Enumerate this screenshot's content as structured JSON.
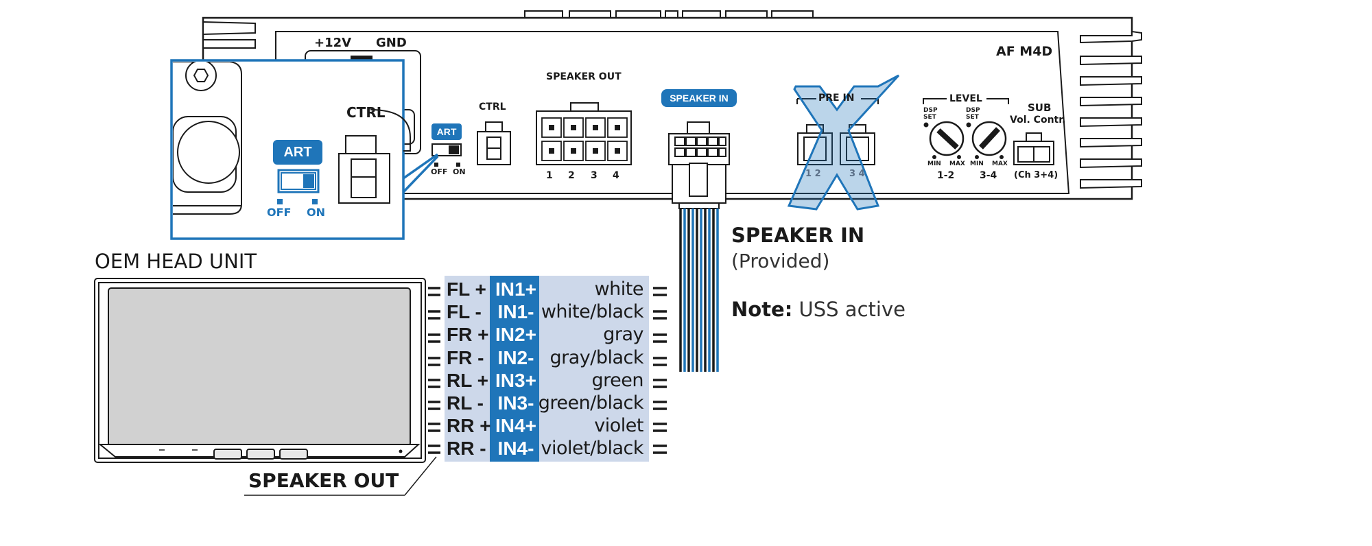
{
  "amplifier": {
    "model": "AF M4D",
    "power_label": "+12V",
    "ground_label": "GND",
    "ctrl_label": "CTRL",
    "art_label": "ART",
    "art_off": "OFF",
    "art_on": "ON",
    "speaker_out_label": "SPEAKER OUT",
    "speaker_out_numbers": [
      "1",
      "2",
      "3",
      "4"
    ],
    "speaker_in_tag": "SPEAKER IN",
    "pre_in_label": "PRE IN",
    "pre_in_numbers": [
      "1 2",
      "3 4"
    ],
    "level_label": "LEVEL",
    "dsp_set": "DSP SET",
    "knob_min": "MIN",
    "knob_max": "MAX",
    "level_channels": [
      "1-2",
      "3-4"
    ],
    "sub_label": "SUB",
    "sub_vol_label": "Vol. Contr.",
    "sub_channels": "(Ch 3+4)"
  },
  "zoom": {
    "ctrl_label": "CTRL",
    "art_label": "ART",
    "off_label": "OFF",
    "on_label": "ON"
  },
  "harness": {
    "title": "SPEAKER IN",
    "subtitle": "(Provided)",
    "note_label": "Note:",
    "note_text": "USS active"
  },
  "head_unit": {
    "title": "OEM HEAD UNIT",
    "speaker_out": "SPEAKER OUT"
  },
  "wiring": [
    {
      "channel": "FL +",
      "input": "IN1+",
      "color": "white"
    },
    {
      "channel": "FL -",
      "input": "IN1-",
      "color": "white/black"
    },
    {
      "channel": "FR +",
      "input": "IN2+",
      "color": "gray"
    },
    {
      "channel": "FR -",
      "input": "IN2-",
      "color": "gray/black"
    },
    {
      "channel": "RL +",
      "input": "IN3+",
      "color": "green"
    },
    {
      "channel": "RL -",
      "input": "IN3-",
      "color": "green/black"
    },
    {
      "channel": "RR +",
      "input": "IN4+",
      "color": "violet"
    },
    {
      "channel": "RR -",
      "input": "IN4-",
      "color": "violet/black"
    }
  ],
  "colors": {
    "accent": "#1f75b9",
    "mapping_background": "#cdd8ea",
    "line": "#1a1a1a"
  }
}
